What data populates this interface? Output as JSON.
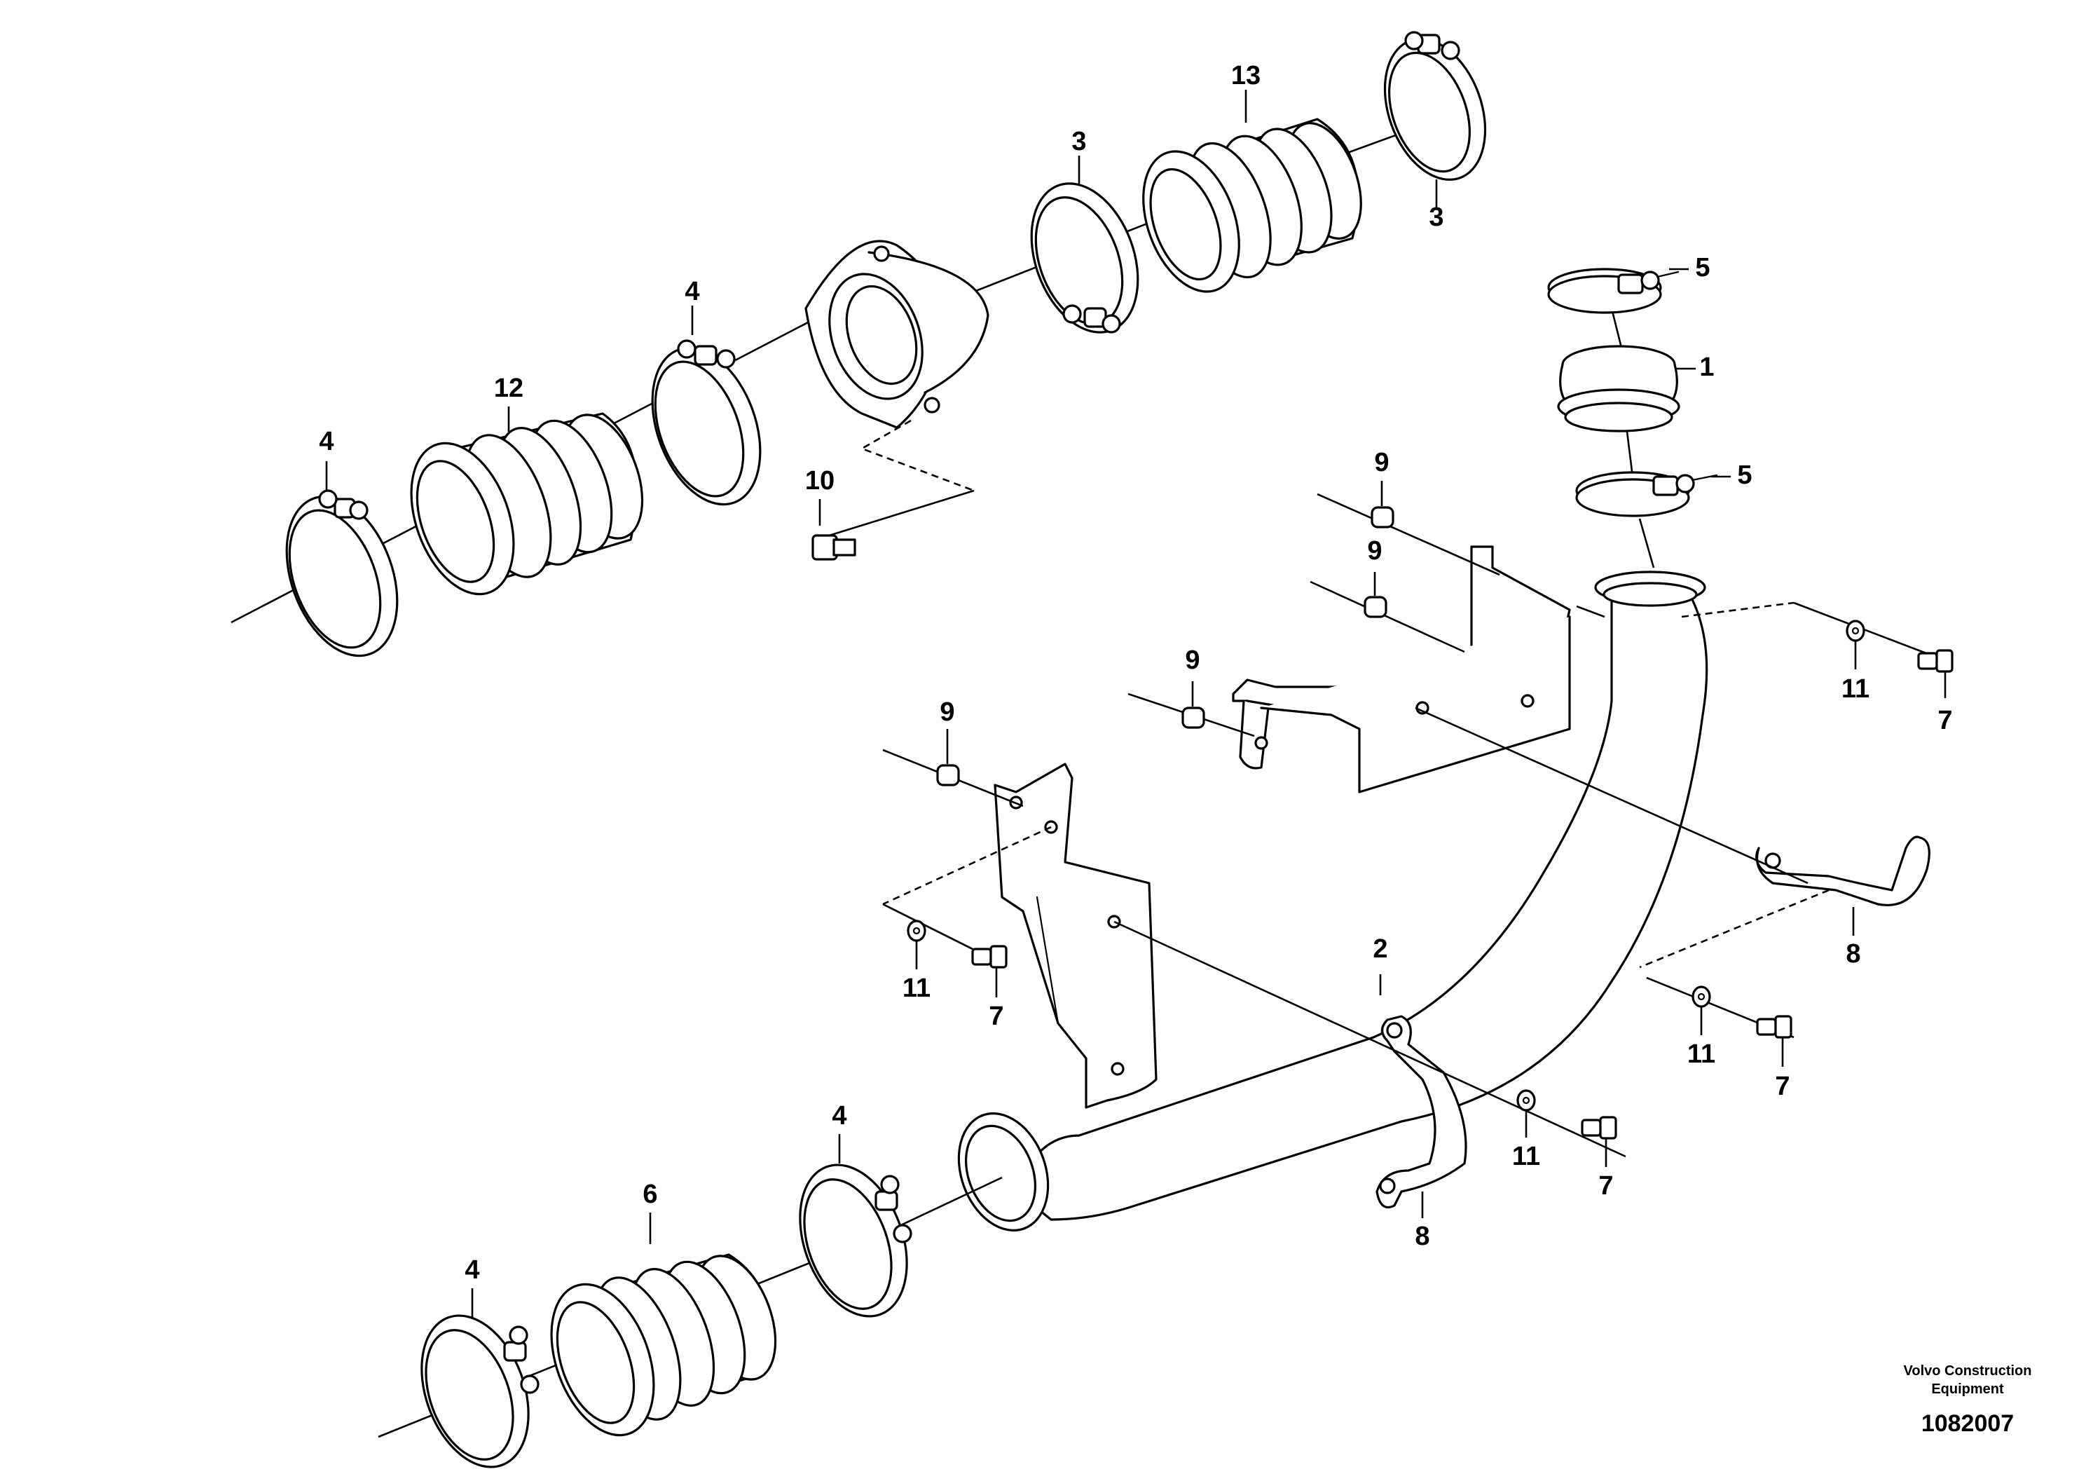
{
  "callouts": [
    {
      "id": "c13",
      "label": "13"
    },
    {
      "id": "c3a",
      "label": "3"
    },
    {
      "id": "c3b",
      "label": "3"
    },
    {
      "id": "c4a",
      "label": "4"
    },
    {
      "id": "c12",
      "label": "12"
    },
    {
      "id": "c4b",
      "label": "4"
    },
    {
      "id": "c10",
      "label": "10"
    },
    {
      "id": "c5a",
      "label": "5"
    },
    {
      "id": "c1",
      "label": "1"
    },
    {
      "id": "c5b",
      "label": "5"
    },
    {
      "id": "c9a",
      "label": "9"
    },
    {
      "id": "c9b",
      "label": "9"
    },
    {
      "id": "c9c",
      "label": "9"
    },
    {
      "id": "c9d",
      "label": "9"
    },
    {
      "id": "c11a",
      "label": "11"
    },
    {
      "id": "c7a",
      "label": "7"
    },
    {
      "id": "c11b",
      "label": "11"
    },
    {
      "id": "c7b",
      "label": "7"
    },
    {
      "id": "c8a",
      "label": "8"
    },
    {
      "id": "c2",
      "label": "2"
    },
    {
      "id": "c11c",
      "label": "11"
    },
    {
      "id": "c7c",
      "label": "7"
    },
    {
      "id": "c11d",
      "label": "11"
    },
    {
      "id": "c7d",
      "label": "7"
    },
    {
      "id": "c8b",
      "label": "8"
    },
    {
      "id": "c4c",
      "label": "4"
    },
    {
      "id": "c6",
      "label": "6"
    },
    {
      "id": "c4d",
      "label": "4"
    }
  ],
  "caption": {
    "line1": "Volvo Construction",
    "line2": "Equipment",
    "number": "1082007"
  }
}
